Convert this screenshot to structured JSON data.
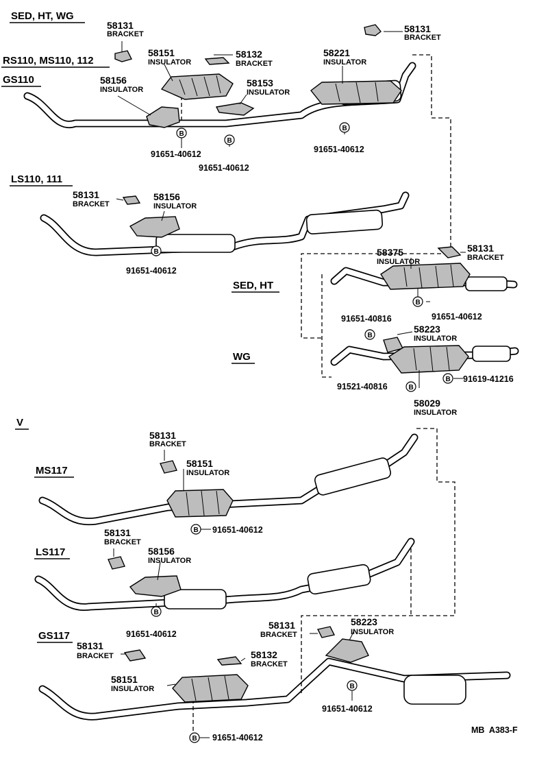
{
  "sections": {
    "sed_ht_wg": "SED, HT, WG",
    "rs110": "RS110, MS110, 112",
    "gs110": "GS110",
    "ls110": "LS110, 111",
    "sed_ht": "SED, HT",
    "wg": "WG",
    "v": "V",
    "ms117": "MS117",
    "ls117": "LS117",
    "gs117": "GS117"
  },
  "parts": {
    "p1": {
      "number": "58131",
      "name": "BRACKET"
    },
    "p2": {
      "number": "58131",
      "name": "BRACKET"
    },
    "p3": {
      "number": "58151",
      "name": "INSULATOR"
    },
    "p4": {
      "number": "58132",
      "name": "BRACKET"
    },
    "p5": {
      "number": "58221",
      "name": "INSULATOR"
    },
    "p6": {
      "number": "58156",
      "name": "INSULATOR"
    },
    "p7": {
      "number": "58153",
      "name": "INSULATOR"
    },
    "p8": {
      "number": "58131",
      "name": "BRACKET"
    },
    "p9": {
      "number": "58156",
      "name": "INSULATOR"
    },
    "p10": {
      "number": "58375",
      "name": "INSULATOR"
    },
    "p11": {
      "number": "58131",
      "name": "BRACKET"
    },
    "p12": {
      "number": "58223",
      "name": "INSULATOR"
    },
    "p13": {
      "number": "58029",
      "name": "INSULATOR"
    },
    "p14": {
      "number": "58131",
      "name": "BRACKET"
    },
    "p15": {
      "number": "58151",
      "name": "INSULATOR"
    },
    "p16": {
      "number": "58131",
      "name": "BRACKET"
    },
    "p17": {
      "number": "58156",
      "name": "INSULATOR"
    },
    "p18": {
      "number": "58131",
      "name": "BRACKET"
    },
    "p19": {
      "number": "58223",
      "name": "INSULATOR"
    },
    "p20": {
      "number": "58131",
      "name": "BRACKET"
    },
    "p21": {
      "number": "58132",
      "name": "BRACKET"
    },
    "p22": {
      "number": "58151",
      "name": "INSULATOR"
    }
  },
  "bolts": {
    "b1": "91651-40612",
    "b2": "91651-40612",
    "b3": "91651-40612",
    "b4": "91651-40612",
    "b5": "91651-40816",
    "b6": "91651-40612",
    "b7": "91619-41216",
    "b8": "91521-40816",
    "b9": "91651-40612",
    "b10": "91651-40612",
    "b11": "91651-40612",
    "b12": "91651-40612"
  },
  "bolt_symbol": "B",
  "footer_code": "MB  A383-F"
}
